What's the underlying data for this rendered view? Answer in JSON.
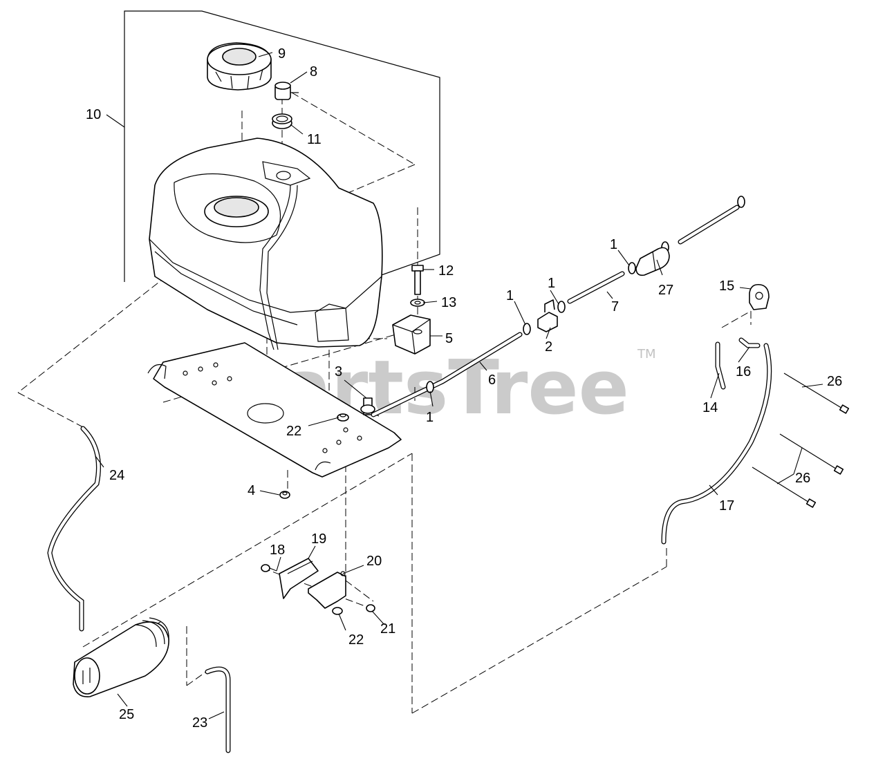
{
  "watermark": {
    "text": "PartsTree",
    "trademark": "TM"
  },
  "callouts": {
    "c1a": "1",
    "c1b": "1",
    "c1c": "1",
    "c1d": "1",
    "c2": "2",
    "c3": "3",
    "c4": "4",
    "c5": "5",
    "c6": "6",
    "c7": "7",
    "c8": "8",
    "c9": "9",
    "c10": "10",
    "c11": "11",
    "c12": "12",
    "c13": "13",
    "c14": "14",
    "c15": "15",
    "c16": "16",
    "c17": "17",
    "c18": "18",
    "c19": "19",
    "c20": "20",
    "c21": "21",
    "c22a": "22",
    "c22b": "22",
    "c23": "23",
    "c24": "24",
    "c25": "25",
    "c26a": "26",
    "c26b": "26",
    "c27": "27"
  },
  "colors": {
    "line": "#000000",
    "watermark": "#c2c2c2",
    "background": "#ffffff"
  }
}
